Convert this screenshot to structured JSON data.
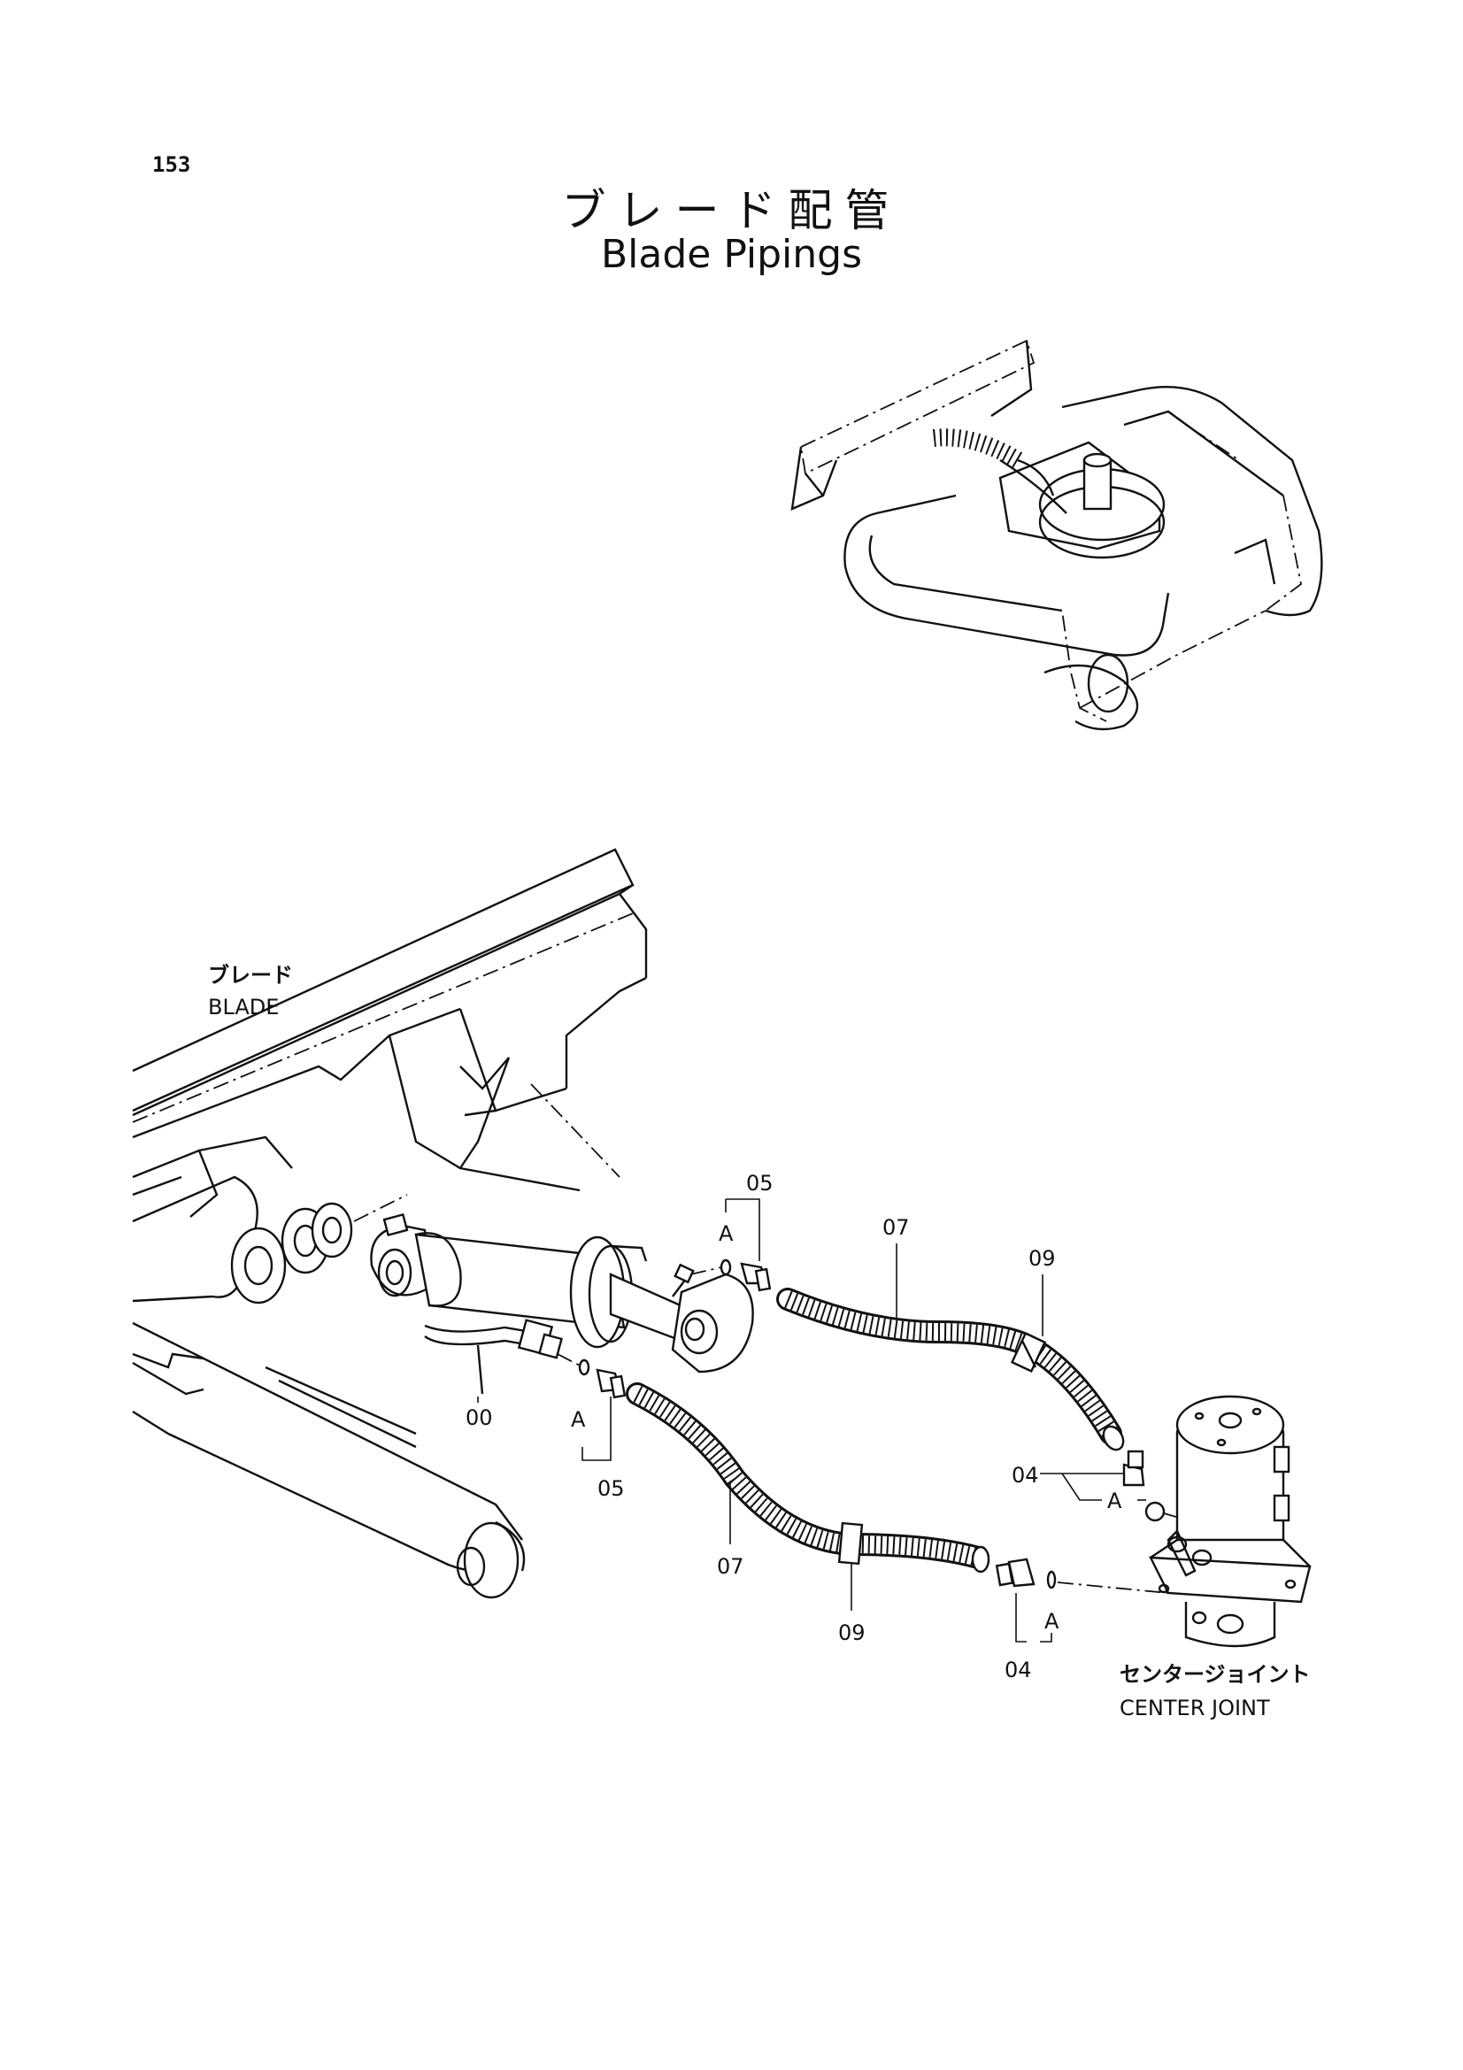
{
  "page": {
    "number": "153",
    "title_jp": "ブレード配管",
    "title_en": "Blade Pipings"
  },
  "labels": {
    "blade_jp": "ブレード",
    "blade_en": "BLADE",
    "center_joint_jp": "センタージョイント",
    "center_joint_en": "CENTER JOINT"
  },
  "callouts": {
    "part_00": "00",
    "part_04_upper": "04",
    "part_04_lower": "04",
    "part_05_upper": "05",
    "part_05_lower": "05",
    "part_07_upper": "07",
    "part_07_lower": "07",
    "part_09_upper": "09",
    "part_09_lower": "09",
    "detail_a_1": "A",
    "detail_a_2": "A",
    "detail_a_3": "A",
    "detail_a_4": "A"
  }
}
